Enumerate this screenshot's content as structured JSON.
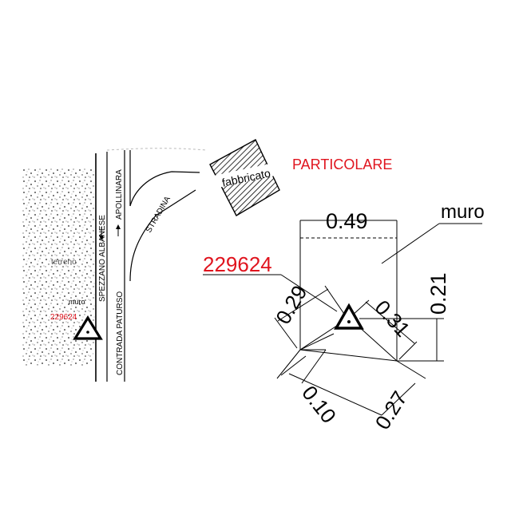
{
  "map": {
    "terrain_label": "terreno",
    "wall_label": "muro",
    "point_code": "229624",
    "road_main": "SPEZZANO ALBANESE",
    "road_apollinara": "APOLLINARA",
    "road_contrada": "CONTRADA PATURSO",
    "road_stradina": "STRADINA",
    "building_label": "fabbricato"
  },
  "detail": {
    "title": "PARTICOLARE",
    "wall_label": "muro",
    "point_code": "229624",
    "dim_width": "0.49",
    "dim_height": "0.21",
    "dim_left_diag": "0.29",
    "dim_right_diag": "0.31",
    "dim_bottom_left": "0.10",
    "dim_bottom_right": "0.27"
  },
  "colors": {
    "red": "#e0141e",
    "ink": "#000000"
  }
}
